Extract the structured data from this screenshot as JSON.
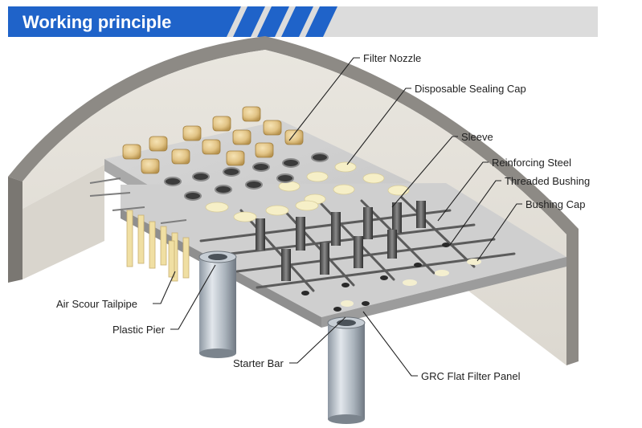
{
  "header": {
    "title": "Working principle",
    "accent_color": "#1f63c9",
    "band_color": "#dcdcdc"
  },
  "labels": {
    "filter_nozzle": "Filter Nozzle",
    "disposable_sealing_cap": "Disposable Sealing Cap",
    "sleeve": "Sleeve",
    "reinforcing_steel": "Reinforcing Steel",
    "threaded_bushing": "Threaded Bushing",
    "bushing_cap": "Bushing Cap",
    "air_scour_tailpipe": "Air Scour Tailpipe",
    "plastic_pier": "Plastic Pier",
    "starter_bar": "Starter Bar",
    "grc_flat_filter_panel": "GRC Flat Filter Panel"
  }
}
